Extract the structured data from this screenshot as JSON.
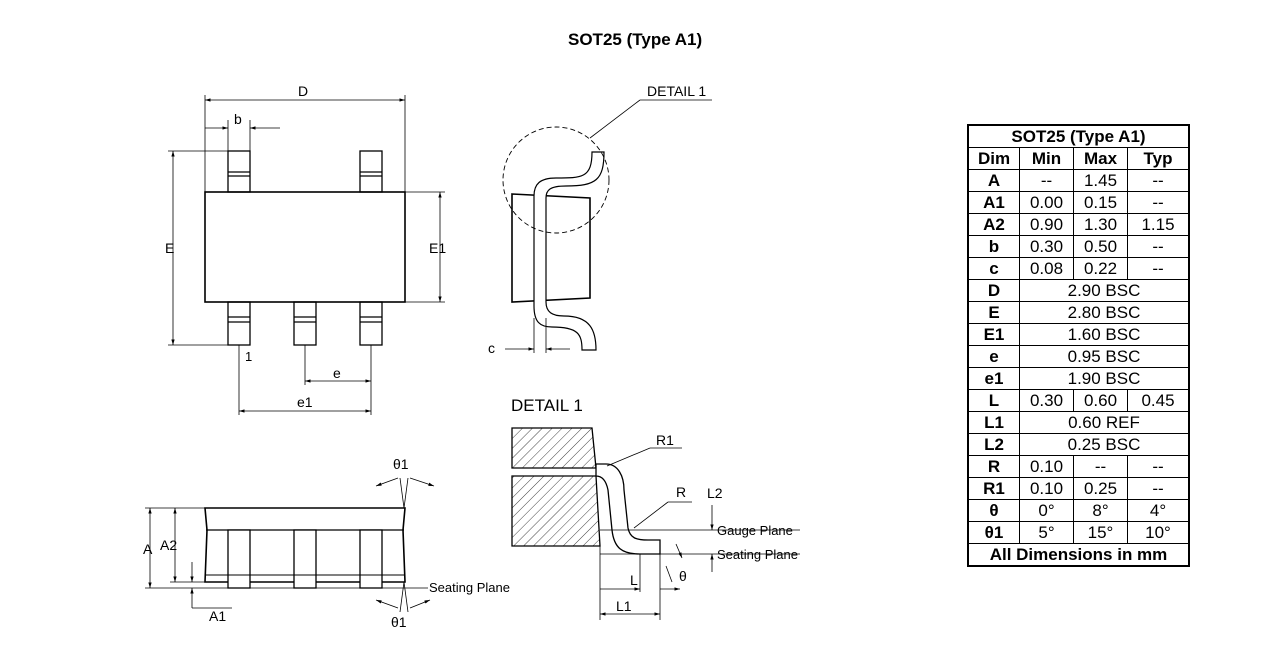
{
  "title": "SOT25 (Type A1)",
  "labels": {
    "D": "D",
    "b": "b",
    "E": "E",
    "E1": "E1",
    "pin1": "1",
    "e": "e",
    "e1": "e1",
    "detail_callout": "DETAIL 1",
    "c": "c",
    "detail_heading": "DETAIL 1",
    "R1": "R1",
    "R": "R",
    "L2": "L2",
    "gauge_plane": "Gauge Plane",
    "seating_plane_detail": "Seating Plane",
    "L": "L",
    "theta": "θ",
    "L1": "L1",
    "theta1_top": "θ1",
    "A": "A",
    "A2": "A2",
    "A1": "A1",
    "seating_plane_side": "Seating Plane",
    "theta1_bottom": "θ1"
  },
  "table": {
    "title": "SOT25 (Type A1)",
    "headers": [
      "Dim",
      "Min",
      "Max",
      "Typ"
    ],
    "rows": [
      {
        "dim": "A",
        "min": "--",
        "max": "1.45",
        "typ": "--"
      },
      {
        "dim": "A1",
        "min": "0.00",
        "max": "0.15",
        "typ": "--"
      },
      {
        "dim": "A2",
        "min": "0.90",
        "max": "1.30",
        "typ": "1.15"
      },
      {
        "dim": "b",
        "min": "0.30",
        "max": "0.50",
        "typ": "--"
      },
      {
        "dim": "c",
        "min": "0.08",
        "max": "0.22",
        "typ": "--"
      },
      {
        "dim": "D",
        "span": "2.90 BSC"
      },
      {
        "dim": "E",
        "span": "2.80 BSC"
      },
      {
        "dim": "E1",
        "span": "1.60 BSC"
      },
      {
        "dim": "e",
        "span": "0.95 BSC"
      },
      {
        "dim": "e1",
        "span": "1.90 BSC"
      },
      {
        "dim": "L",
        "min": "0.30",
        "max": "0.60",
        "typ": "0.45"
      },
      {
        "dim": "L1",
        "span": "0.60 REF"
      },
      {
        "dim": "L2",
        "span": "0.25 BSC"
      },
      {
        "dim": "R",
        "min": "0.10",
        "max": "--",
        "typ": "--"
      },
      {
        "dim": "R1",
        "min": "0.10",
        "max": "0.25",
        "typ": "--"
      },
      {
        "dim": "θ",
        "min": "0°",
        "max": "8°",
        "typ": "4°"
      },
      {
        "dim": "θ1",
        "min": "5°",
        "max": "15°",
        "typ": "10°"
      }
    ],
    "footer": "All Dimensions in mm"
  }
}
